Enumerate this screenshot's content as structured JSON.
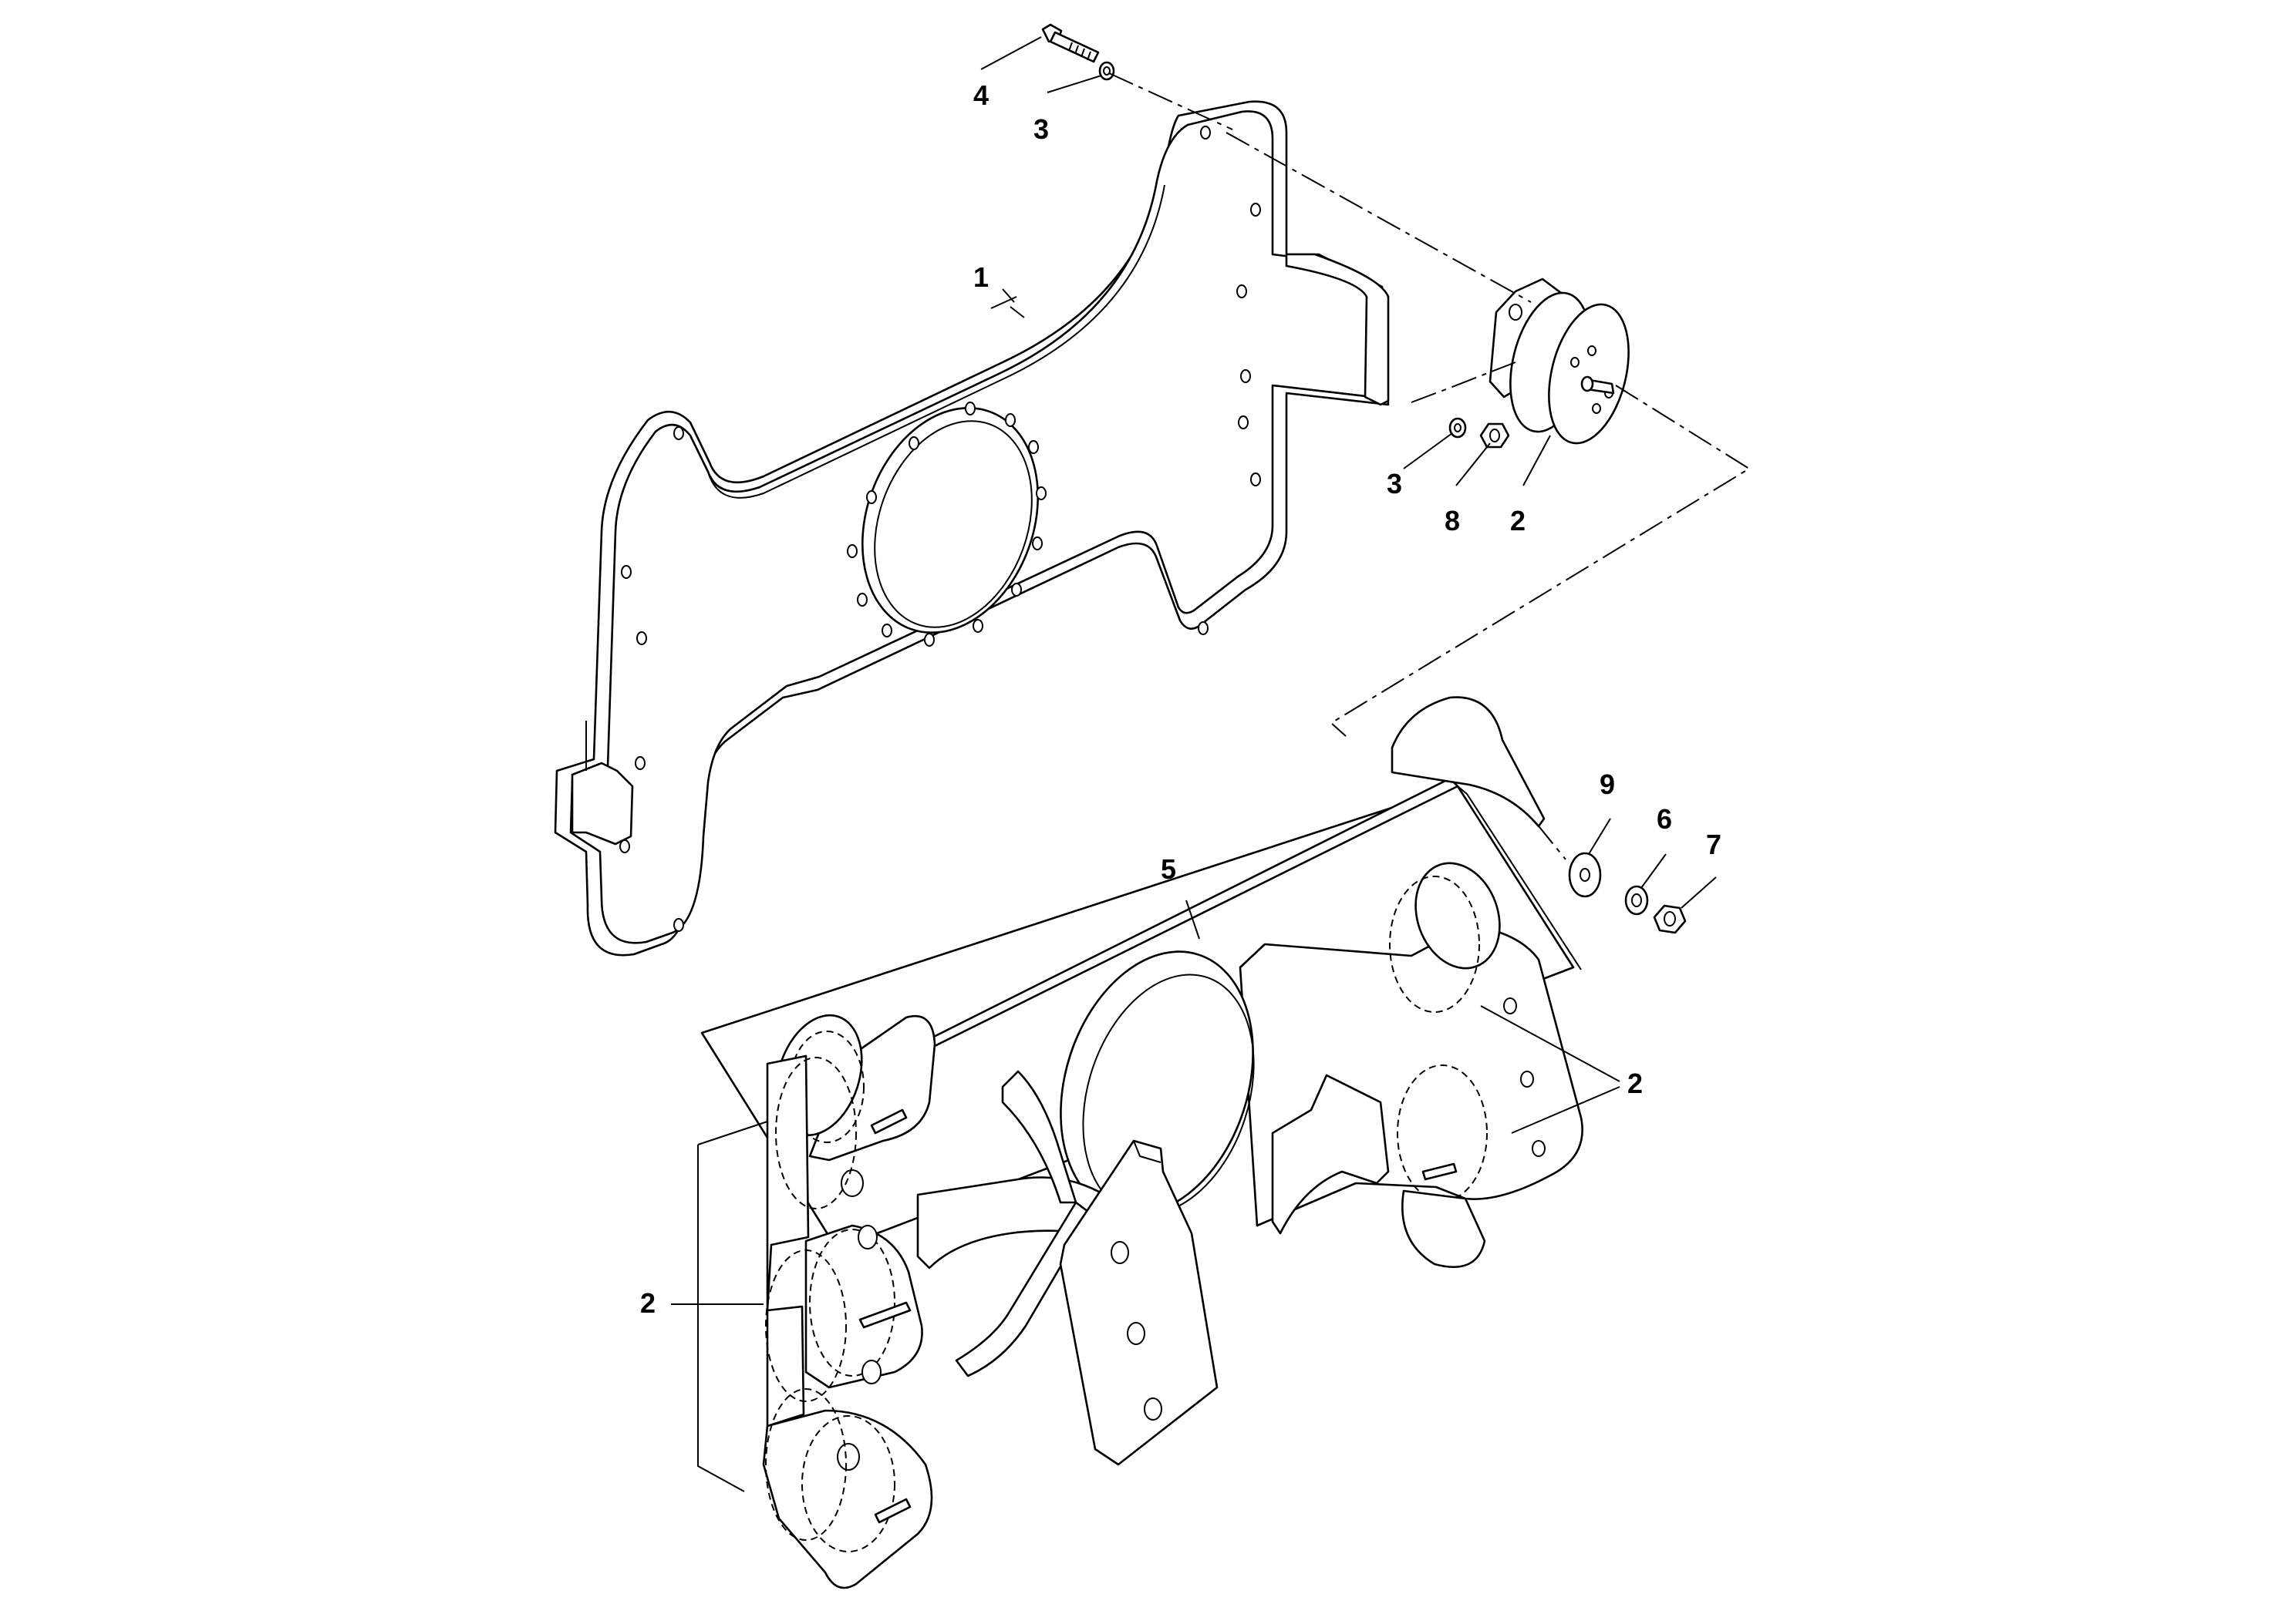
{
  "callouts": {
    "c1": "1",
    "c2_mount": "2",
    "c2_right": "2",
    "c2_left": "2",
    "c3_top": "3",
    "c3_nut": "3",
    "c4": "4",
    "c5": "5",
    "c6": "6",
    "c7": "7",
    "c8": "8",
    "c9": "9"
  }
}
